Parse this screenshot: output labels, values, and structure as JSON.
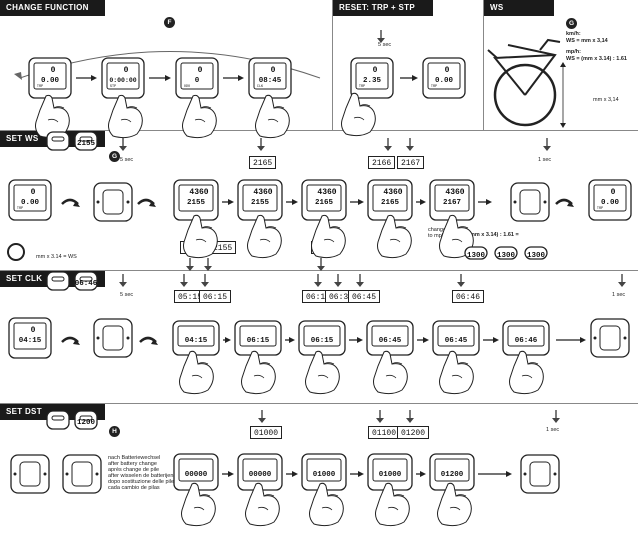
{
  "headers": {
    "change_function": "CHANGE FUNCTION",
    "reset": "RESET: TRP + STP",
    "ws": "WS",
    "set_ws": "SET WS",
    "set_clk": "SET CLK",
    "set_dst": "SET DST"
  },
  "section_tags": {
    "change_function": "F",
    "ws": "G",
    "set_ws": "G",
    "set_dst": "H"
  },
  "ws_formula": {
    "kmh_label": "km/h:",
    "kmh": "WS = mm x 3,14",
    "mph_label": "mp/h:",
    "mph": "WS = (mm x 3.14) : 1.61",
    "wheel_label": "mm x 3,14"
  },
  "labels": {
    "reset_hold": "5 sec",
    "set_ws_hold": "5 sec",
    "set_ws_end_hold": "1 sec",
    "set_clk_hold": "5 sec",
    "set_clk_end_hold": "1 sec",
    "set_dst_end_hold": "1 sec",
    "bike_formula": "mm x 3.14 = WS",
    "change_to_mph": "change to mph",
    "ws_mph_formula": "WS = (mm x 3.14) : 1.61 =",
    "battery_note": [
      "nach Batteriewechsel",
      "after battery change",
      "après change de pile",
      "after wisselen de batterijen",
      "dopo sostituzione delle pile",
      "cada cambio de pilas"
    ]
  },
  "change_function": [
    {
      "main": "0.00",
      "top": "0",
      "small": "TRP"
    },
    {
      "main": "0:00:00",
      "top": "0",
      "small": "STP"
    },
    {
      "main": "0",
      "top": "0",
      "small": "ODO"
    },
    {
      "main": "08:45",
      "top": "0",
      "small": "CLK"
    }
  ],
  "reset": [
    {
      "main": "2.35",
      "top": "0",
      "small": "TRP"
    },
    {
      "main": "0.00",
      "top": "0",
      "small": "TRP"
    }
  ],
  "set_ws": {
    "icons": [
      "2155",
      "2167"
    ],
    "start": {
      "main": "0.00",
      "top": "0"
    },
    "steps": [
      "2155",
      "2155",
      "2165",
      "2165",
      "2167"
    ],
    "step_top": "4360",
    "end": {
      "main": "0.00",
      "top": "0"
    },
    "boxes_top": [
      "2165",
      "2166",
      "2167"
    ],
    "boxes_bottom": [
      "2155",
      "2155",
      "2165"
    ],
    "mini": [
      "1300",
      "1300",
      "1300"
    ]
  },
  "set_clk": {
    "icons": [
      "06:15",
      "06:46"
    ],
    "start": {
      "main": "04:15",
      "top": "0"
    },
    "steps": [
      "04:15",
      "06:15",
      "06:15",
      "06:45",
      "06:45",
      "06:46"
    ],
    "boxes": [
      "05:15",
      "06:15",
      "06:15",
      "06:35",
      "06:45",
      "06:46"
    ]
  },
  "set_dst": {
    "icons": [
      "00000",
      "1200"
    ],
    "steps": [
      "00000",
      "00000",
      "01000",
      "01000",
      "01200"
    ],
    "boxes": [
      "01000",
      "01100",
      "01200"
    ]
  }
}
